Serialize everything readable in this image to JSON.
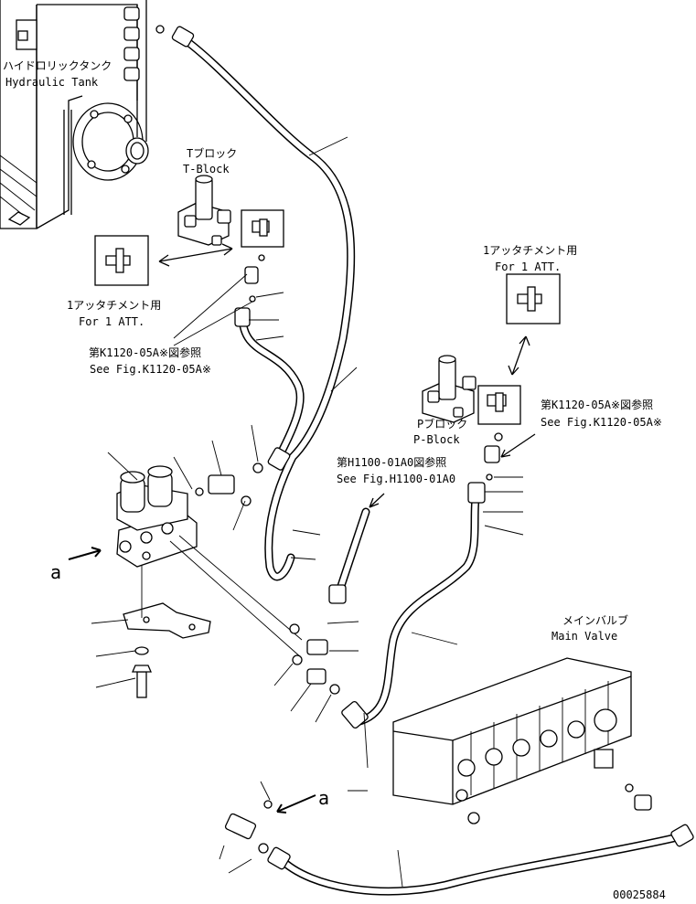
{
  "labels": {
    "hydraulic_tank_jp": "ハイドロリックタンク",
    "hydraulic_tank_en": "Hydraulic Tank",
    "t_block_jp": "Tブロック",
    "t_block_en": "T-Block",
    "p_block_jp": "Pブロック",
    "p_block_en": "P-Block",
    "att_left_jp": "1アッタチメント用",
    "att_left_en": "For 1 ATT.",
    "att_right_jp": "1アッタチメント用",
    "att_right_en": "For 1 ATT.",
    "ref_left_jp": "第K1120-05A※図参照",
    "ref_left_en": "See Fig.K1120-05A※",
    "ref_right_jp": "第K1120-05A※図参照",
    "ref_right_en": "See Fig.K1120-05A※",
    "ref_mid_jp": "第H1100-01A0図参照",
    "ref_mid_en": "See Fig.H1100-01A0",
    "main_valve_jp": "メインバルブ",
    "main_valve_en": "Main Valve",
    "view_a_left": "a",
    "view_a_bottom": "a",
    "drawing_number": "00025884"
  }
}
